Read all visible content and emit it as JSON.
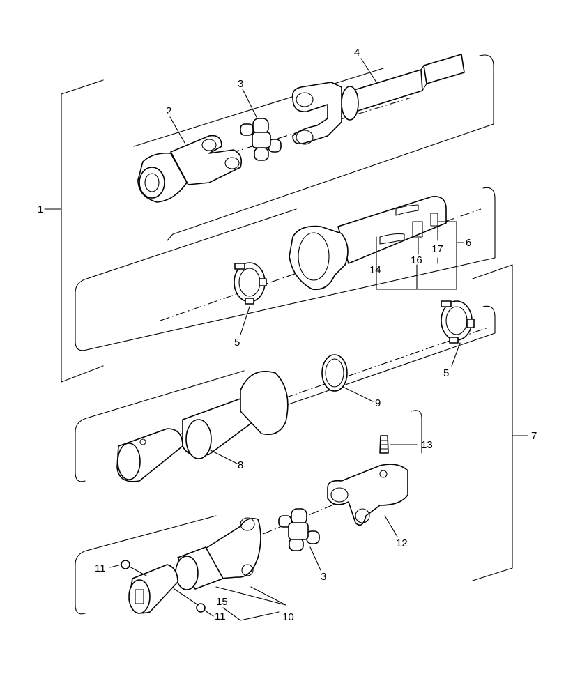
{
  "callouts": [
    "1",
    "2",
    "3",
    "4",
    "5",
    "6",
    "14",
    "16",
    "17",
    "5",
    "5",
    "9",
    "7",
    "8",
    "13",
    "12",
    "3",
    "11",
    "15",
    "11",
    "10"
  ]
}
